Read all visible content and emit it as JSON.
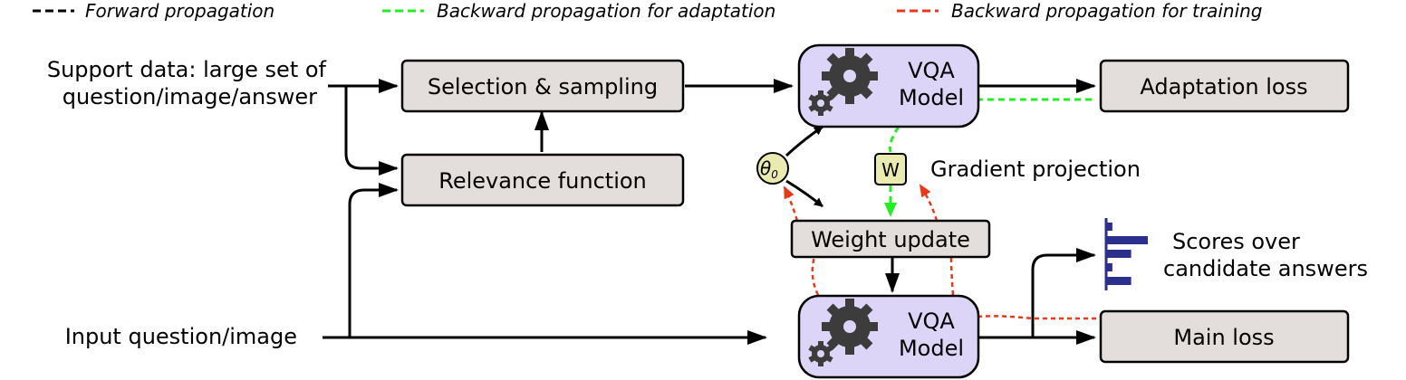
{
  "legend": {
    "forward": "Forward propagation",
    "backward_adaptation": "Backward propagation for adaptation",
    "backward_training": "Backward propagation for training"
  },
  "nodes": {
    "support_data_line1": "Support data: large set of",
    "support_data_line2": "question/image/answer",
    "input_question": "Input question/image",
    "selection_sampling": "Selection & sampling",
    "relevance_function": "Relevance function",
    "vqa_top_line1": "VQA",
    "vqa_top_line2": "Model",
    "vqa_bottom_line1": "VQA",
    "vqa_bottom_line2": "Model",
    "adaptation_loss": "Adaptation loss",
    "main_loss": "Main loss",
    "weight_update": "Weight update",
    "theta": "θ",
    "theta_sub": "0",
    "w": "W",
    "gradient_projection": "Gradient projection",
    "scores_line1": "Scores over",
    "scores_line2": "candidate answers"
  },
  "colors": {
    "box_fill": "#e3dedb",
    "vqa_fill": "#ddd5f7",
    "forward": "#000000",
    "adaptation": "#22ee22",
    "training": "#e83a1a",
    "histogram": "#2b2f8e"
  },
  "histogram": {
    "type": "bar",
    "values": [
      0.15,
      1.0,
      0.6,
      0.15,
      0.6
    ]
  }
}
